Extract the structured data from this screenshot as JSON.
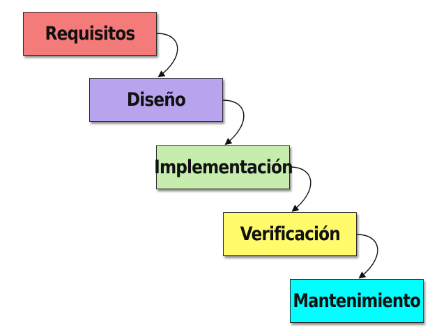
{
  "stages": [
    {
      "label": "Requisitos",
      "color": "#f57a7a"
    },
    {
      "label": "Diseño",
      "color": "#b8a4ee"
    },
    {
      "label": "Implementación",
      "color": "#c6ecae"
    },
    {
      "label": "Verificación",
      "color": "#fffb6a"
    },
    {
      "label": "Mantenimiento",
      "color": "#00ffff"
    }
  ]
}
